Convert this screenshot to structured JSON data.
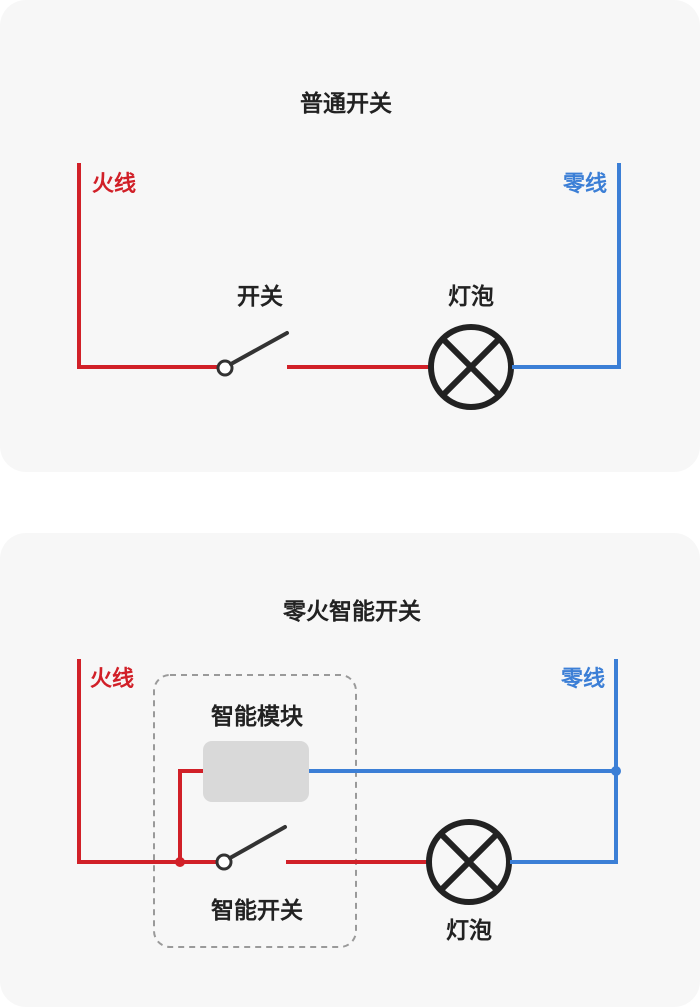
{
  "colors": {
    "live_wire": "#d12028",
    "neutral_wire": "#3c7fd6",
    "panel_bg": "#f7f7f7",
    "text": "#222222",
    "module_fill": "#d9d9d9",
    "dashed_border": "#9a9a9a"
  },
  "top_diagram": {
    "title": "普通开关",
    "live_label": "火线",
    "neutral_label": "零线",
    "switch_label": "开关",
    "bulb_label": "灯泡"
  },
  "bottom_diagram": {
    "title": "零火智能开关",
    "live_label": "火线",
    "neutral_label": "零线",
    "module_label": "智能模块",
    "switch_label": "智能开关",
    "bulb_label": "灯泡"
  }
}
